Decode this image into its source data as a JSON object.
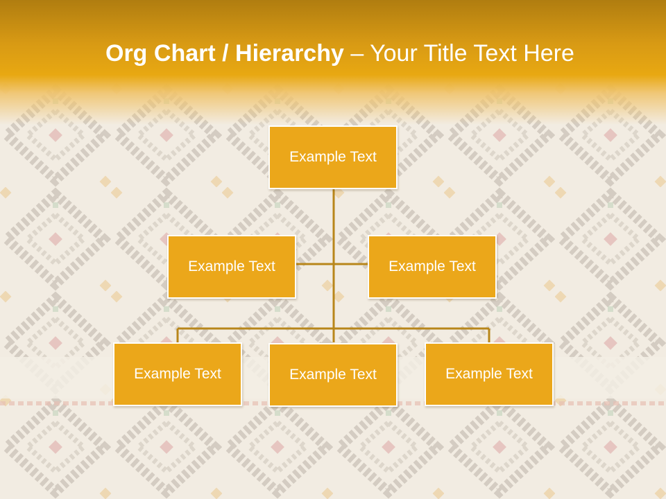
{
  "slide": {
    "title_bold": "Org Chart / Hierarchy",
    "title_separator": " – ",
    "title_rest": "Your Title Text Here"
  },
  "org_chart": {
    "root": "Example Text",
    "level2": [
      "Example Text",
      "Example Text"
    ],
    "level3": [
      "Example Text",
      "Example Text",
      "Example Text"
    ]
  },
  "colors": {
    "header": "#e8a812",
    "box_fill": "#eba71a",
    "box_border": "#ffffff",
    "connector": "#b8861a",
    "background": "#f2ece0"
  }
}
